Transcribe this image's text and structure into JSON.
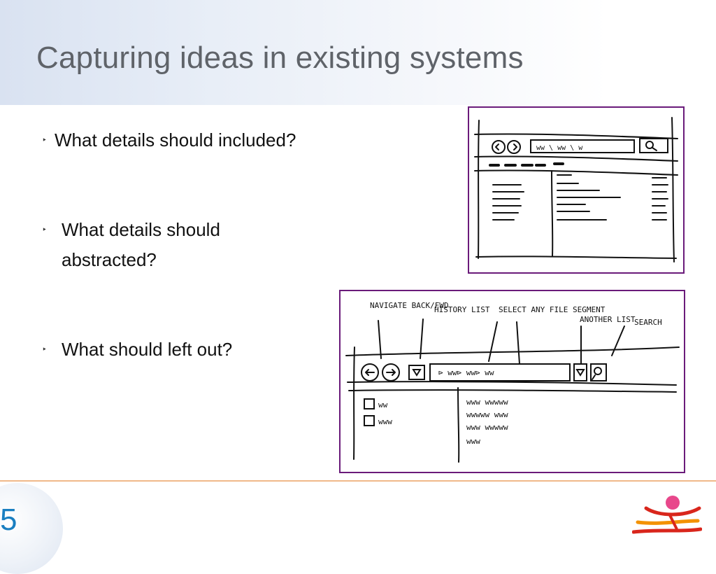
{
  "slide": {
    "title": "Capturing ideas in existing systems",
    "bullets": [
      {
        "line1": "What details should included?"
      },
      {
        "line1": "What details should",
        "line2": "abstracted?"
      },
      {
        "line1": "What should left out?"
      }
    ],
    "page_number": "5"
  },
  "sketch_bottom": {
    "annotations": [
      "NAVIGATE BACK/FWD",
      "HISTORY LIST",
      "SELECT ANY FILE SEGMENT",
      "ANOTHER LIST",
      "SEARCH"
    ]
  },
  "colors": {
    "title": "#5f6369",
    "frame_border": "#6a1b7a",
    "page_number": "#1a7fc1",
    "footer_line": "#f0b98a",
    "logo_red": "#d9261c",
    "logo_orange": "#f39200",
    "logo_pink": "#e8478b"
  }
}
